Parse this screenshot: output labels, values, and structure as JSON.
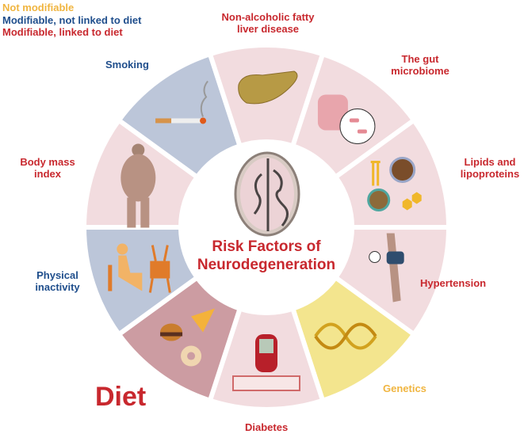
{
  "legend": {
    "not_modifiable": "Not modifiable",
    "modifiable_not_diet": "Modifiable, not linked to diet",
    "modifiable_diet": "Modifiable, linked to diet"
  },
  "colors": {
    "not_modifiable": "#f0b540",
    "modifiable_not_diet": "#1f4e8c",
    "modifiable_diet": "#c8282e",
    "segment_pink": "#f2dcdf",
    "segment_blue": "#bcc6d9",
    "segment_yellow": "#f3e58e",
    "segment_diet": "#cc9ca2"
  },
  "center": {
    "title_line1": "Risk Factors of",
    "title_line2": "Neurodegeneration",
    "icon": "brain-icon"
  },
  "segments": [
    {
      "label": "Hypertension",
      "category": "modifiable_diet",
      "icon": "blood-pressure-arm-icon"
    },
    {
      "label": "Genetics",
      "category": "not_modifiable",
      "icon": "dna-icon"
    },
    {
      "label": "Diabetes",
      "category": "modifiable_diet",
      "icon": "glucose-meter-icon"
    },
    {
      "label": "Diet",
      "category": "modifiable_diet",
      "icon": "junk-food-icon"
    },
    {
      "label": "Physical inactivity",
      "category": "modifiable_not_diet",
      "icon": "sitting-tv-icon"
    },
    {
      "label": "Body mass index",
      "category": "modifiable_diet",
      "icon": "obese-body-icon"
    },
    {
      "label": "Smoking",
      "category": "modifiable_not_diet",
      "icon": "cigarette-icon"
    },
    {
      "label": "Non-alcoholic fatty liver disease",
      "category": "modifiable_diet",
      "icon": "fatty-liver-icon"
    },
    {
      "label": "The gut microbiome",
      "category": "modifiable_diet",
      "icon": "intestine-bacteria-icon"
    },
    {
      "label": "Lipids and lipoproteins",
      "category": "modifiable_diet",
      "icon": "lipoprotein-icon"
    }
  ]
}
